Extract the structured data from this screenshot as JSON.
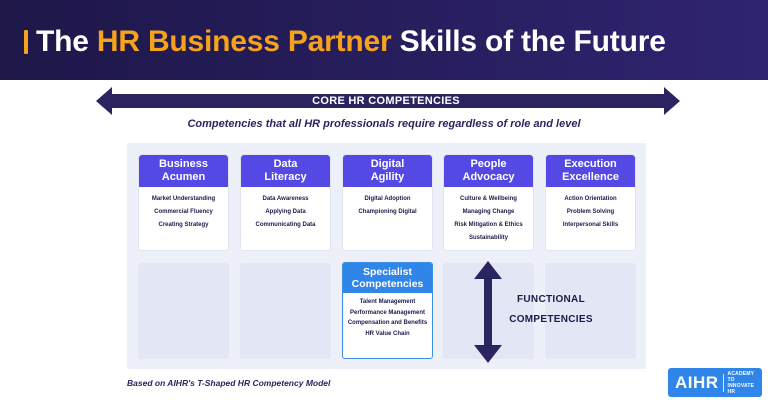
{
  "header": {
    "title_pre": "The ",
    "title_accent": "HR Business Partner",
    "title_post": " Skills of the Future",
    "accent_color": "#f6a31b",
    "background_color": "#241b58"
  },
  "core": {
    "label": "CORE HR COMPETENCIES",
    "subtitle": "Competencies that all HR professionals require regardless of role and level"
  },
  "cards": [
    {
      "title_line1": "Business",
      "title_line2": "Acumen",
      "items": [
        "Market Understanding",
        "Commercial Fluency",
        "Creating Strategy"
      ]
    },
    {
      "title_line1": "Data",
      "title_line2": "Literacy",
      "items": [
        "Data Awareness",
        "Applying Data",
        "Communicating Data"
      ]
    },
    {
      "title_line1": "Digital",
      "title_line2": "Agility",
      "items": [
        "Digital Adoption",
        "Championing Digital"
      ]
    },
    {
      "title_line1": "People",
      "title_line2": "Advocacy",
      "items": [
        "Culture & Wellbeing",
        "Managing Change",
        "Risk Mitigation & Ethics",
        "Sustainability"
      ]
    },
    {
      "title_line1": "Execution",
      "title_line2": "Excellence",
      "items": [
        "Action Orientation",
        "Problem Solving",
        "Interpersonal Skills"
      ]
    }
  ],
  "specialist": {
    "title_line1": "Specialist",
    "title_line2": "Competencies",
    "items": [
      "Talent Management",
      "Performance Management",
      "Compensation and Benefits",
      "HR Value Chain"
    ],
    "color": "#2f85e8"
  },
  "functional": {
    "line1": "FUNCTIONAL",
    "line2": "COMPETENCIES"
  },
  "footnote": "Based on AIHR's T-Shaped HR Competency Model",
  "logo": {
    "main": "AIHR",
    "sub_line1": "ACADEMY TO",
    "sub_line2": "INNOVATE HR"
  },
  "colors": {
    "card_header": "#5549e6",
    "arrow": "#2a2560",
    "panel": "#eef0f9"
  }
}
